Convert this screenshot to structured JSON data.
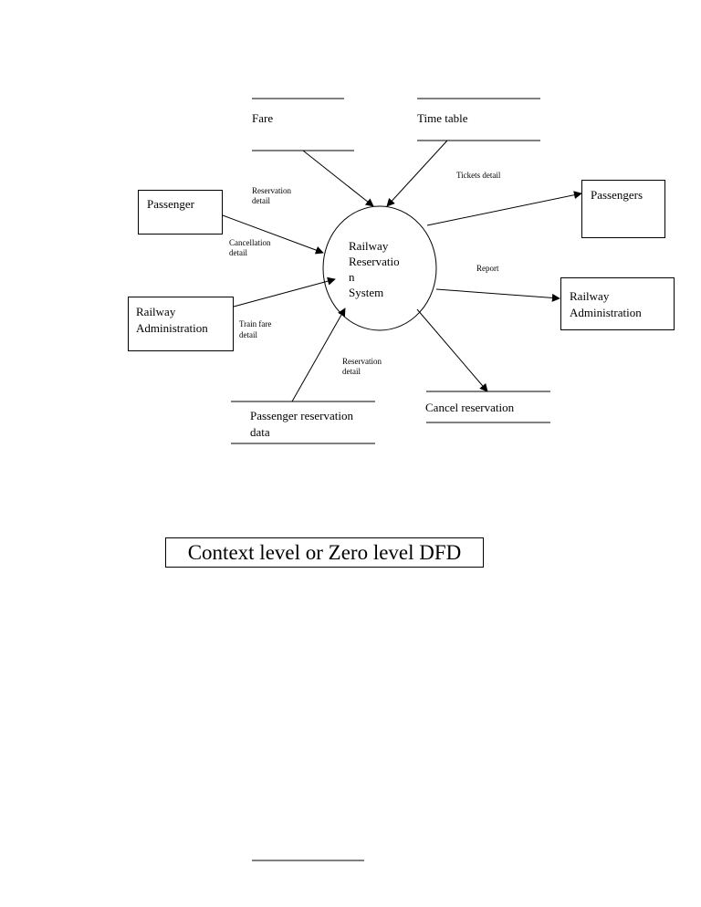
{
  "process": {
    "lines": [
      "Railway",
      "Reservatio",
      "n",
      "System"
    ]
  },
  "data_stores": {
    "fare": "Fare",
    "timetable": "Time table",
    "passenger_reservation_data": [
      "Passenger reservation",
      "data"
    ],
    "cancel_reservation": "Cancel reservation"
  },
  "entities": {
    "passenger_source": "Passenger",
    "railway_admin_source": [
      "Railway",
      "Administration"
    ],
    "passengers_sink": "Passengers",
    "railway_admin_sink": [
      "Railway",
      "Administration"
    ]
  },
  "flows": {
    "reservation_detail_top": [
      "Reservation",
      "detail"
    ],
    "cancellation_detail": [
      "Cancellation",
      "detail"
    ],
    "train_fare_detail": [
      "Train fare",
      "detail"
    ],
    "reservation_detail_bottom": [
      "Reservation",
      "detail"
    ],
    "tickets_detail": "Tickets detail",
    "report": "Report"
  },
  "caption": "Context level or Zero level DFD"
}
